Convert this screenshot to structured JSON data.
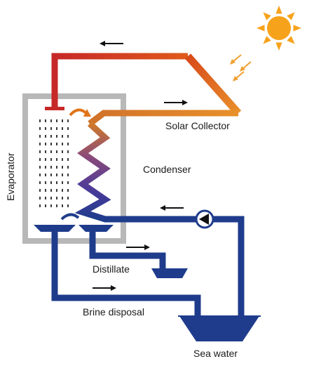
{
  "labels": {
    "solar_collector": "Solar Collector",
    "evaporator": "Evaporator",
    "condenser": "Condenser",
    "distillate": "Distillate",
    "brine_disposal": "Brine disposal",
    "sea_water": "Sea water"
  },
  "colors": {
    "hot_pipe": "#c62828",
    "warm_pipe": "#e08a2a",
    "cold_pipe": "#1f3c8c",
    "sun": "#f7a21b",
    "box_border": "#b8b8b8",
    "box_fill": "#ffffff"
  },
  "icons": [
    "sun-icon",
    "pump-icon",
    "flow-arrow-icon"
  ]
}
